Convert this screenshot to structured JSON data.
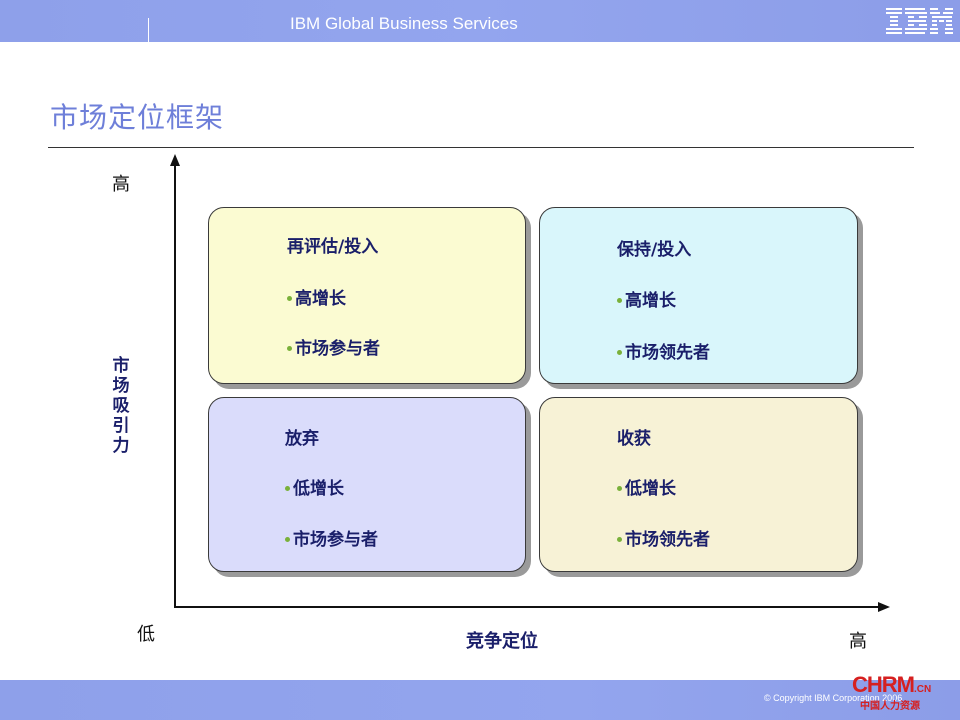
{
  "header": {
    "service": "IBM Global Business Services",
    "logo": "IBM"
  },
  "slide": {
    "title": "市场定位框架"
  },
  "axes": {
    "y_high": "高",
    "y_low": "低",
    "y_title": "市场吸引力",
    "x_title": "竞争定位",
    "x_high": "高"
  },
  "quadrants": [
    {
      "title": "再评估/投入",
      "items": [
        "高增长",
        "市场参与者"
      ],
      "color": "#fbfbd2"
    },
    {
      "title": "保持/投入",
      "items": [
        "高增长",
        "市场领先者"
      ],
      "color": "#d9f6fb"
    },
    {
      "title": "放弃",
      "items": [
        "低增长",
        "市场参与者"
      ],
      "color": "#dadcfb"
    },
    {
      "title": "收获",
      "items": [
        "低增长",
        "市场领先者"
      ],
      "color": "#f7f2d6"
    }
  ],
  "footer": {
    "copyright": "© Copyright IBM Corporation 2006",
    "brand": "CHRM",
    "brand_suffix": ".CN",
    "brand_sub": "中国人力资源"
  },
  "colors": {
    "accent": "#8c9de8",
    "title": "#6e7fd9",
    "label": "#1a1f6a",
    "bullet": "#7ab13a"
  }
}
